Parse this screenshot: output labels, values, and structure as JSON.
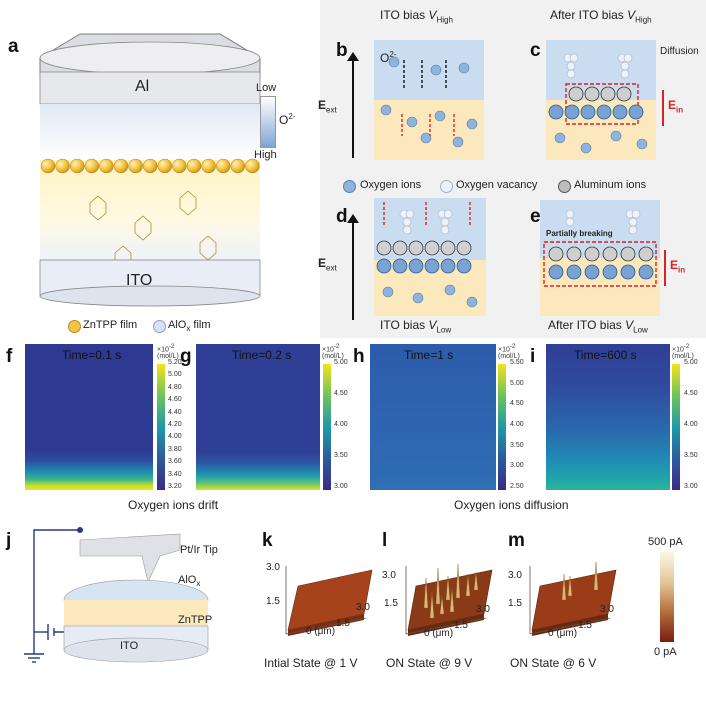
{
  "panels": {
    "a": {
      "label": "a",
      "top_layer": "Al",
      "bottom_layer": "ITO",
      "scale_low": "Low",
      "scale_high": "High",
      "scale_species": "O",
      "scale_species_sup": "2-",
      "legend_znptt": "ZnTPP film",
      "legend_alox_prefix": "AlO",
      "legend_alox_sub": "x",
      "legend_alox_suffix": " film",
      "colors": {
        "legend_znptt": "#f2c447",
        "legend_alox": "#d6e3f3"
      }
    },
    "b": {
      "label": "b",
      "title_prefix": "ITO bias ",
      "title_var": "V",
      "title_sub": "High",
      "ion": "O",
      "ion_sup": "2-",
      "field_label": "E",
      "field_sub": "ext"
    },
    "c": {
      "label": "c",
      "title_prefix": "After ITO bias ",
      "title_var": "V",
      "title_sub": "High",
      "annotation": "Diffusion",
      "field_label": "E",
      "field_sub": "in"
    },
    "d": {
      "label": "d",
      "title_prefix": "ITO bias ",
      "title_var": "V",
      "title_sub": "Low",
      "field_label": "E",
      "field_sub": "ext"
    },
    "e": {
      "label": "e",
      "title_prefix": "After ITO bias ",
      "title_var": "V",
      "title_sub": "Low",
      "annotation": "Partially breaking",
      "field_label": "E",
      "field_sub": "in"
    },
    "legend_ions": {
      "oxygen_ions": "Oxygen ions",
      "oxygen_vacancy": "Oxygen vacancy",
      "aluminum_ions": "Aluminum ions"
    },
    "sim": {
      "f": {
        "label": "f",
        "title": "Time=0.1 s",
        "unit_exp": "×10",
        "unit_exp_sup": "-2",
        "unit": "(mol/L)",
        "ticks": [
          "5.20",
          "5.00",
          "4.80",
          "4.60",
          "4.40",
          "4.20",
          "4.00",
          "3.80",
          "3.60",
          "3.40",
          "3.20"
        ]
      },
      "g": {
        "label": "g",
        "title": "Time=0.2 s",
        "unit_exp": "×10",
        "unit_exp_sup": "-2",
        "unit": "(mol/L)",
        "ticks": [
          "5.00",
          "4.50",
          "4.00",
          "3.50",
          "3.00"
        ]
      },
      "h": {
        "label": "h",
        "title": "Time=1 s",
        "unit_exp": "×10",
        "unit_exp_sup": "-2",
        "unit": "(mol/L)",
        "ticks": [
          "5.50",
          "5.00",
          "4.50",
          "4.00",
          "3.50",
          "3.00",
          "2.50"
        ]
      },
      "i": {
        "label": "i",
        "title": "Time=600 s",
        "unit_exp": "×10",
        "unit_exp_sup": "-2",
        "unit": "(mol/L)",
        "ticks": [
          "5.00",
          "4.50",
          "4.00",
          "3.50",
          "3.00"
        ]
      },
      "caption_drift": "Oxygen ions drift",
      "caption_diffusion": "Oxygen ions diffusion"
    },
    "j": {
      "label": "j",
      "tip": "Pt/Ir Tip",
      "alox_prefix": "AlO",
      "alox_sub": "x",
      "znptt": "ZnTPP",
      "ito": "ITO"
    },
    "k": {
      "label": "k",
      "caption": "Intial State @ 1 V",
      "axis_top": "3.0",
      "axis_mid": "1.5",
      "axis_zero": "0 (μm)",
      "axis_x_mid": "1.5",
      "axis_x_end": "3.0"
    },
    "l": {
      "label": "l",
      "caption": "ON State @ 9 V",
      "axis_top": "3.0",
      "axis_mid": "1.5",
      "axis_zero": "0 (μm)",
      "axis_x_mid": "1.5",
      "axis_x_end": "3.0"
    },
    "m": {
      "label": "m",
      "caption": "ON State @ 6 V",
      "axis_top": "3.0",
      "axis_mid": "1.5",
      "axis_zero": "0 (μm)",
      "axis_x_mid": "1.5",
      "axis_x_end": "3.0"
    },
    "current_scale": {
      "max": "500 pA",
      "min": "0 pA"
    }
  }
}
